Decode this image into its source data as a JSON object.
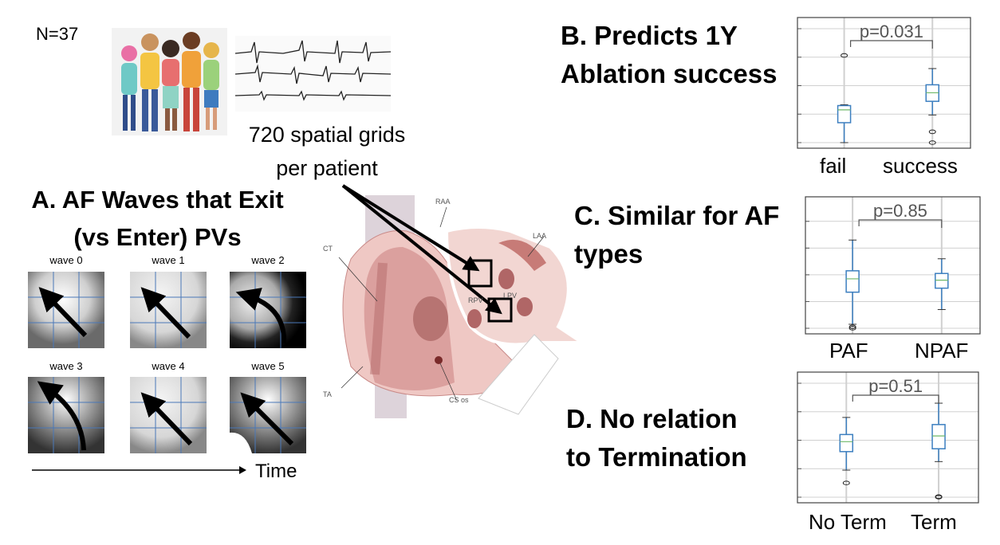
{
  "cohort": {
    "n_label": "N=37",
    "grids_line1": "720 spatial grids",
    "grids_line2": "per patient"
  },
  "panel_a": {
    "title_line1": "A. AF Waves that Exit",
    "title_line2": "(vs Enter) PVs",
    "waves": [
      "wave 0",
      "wave 1",
      "wave 2",
      "wave 3",
      "wave 4",
      "wave 5"
    ],
    "time_label": "Time"
  },
  "heart_labels": {
    "raa": "RAA",
    "laa": "LAA",
    "ct": "CT",
    "rpv": "RPV",
    "lpv": "LPV",
    "ta": "TA",
    "cs": "CS os"
  },
  "panel_b": {
    "title_line1": "B. Predicts 1Y",
    "title_line2": "Ablation success"
  },
  "panel_c": {
    "title_line1": "C. Similar for AF",
    "title_line2": "types"
  },
  "panel_d": {
    "title_line1": "D. No relation",
    "title_line2": "to Termination"
  },
  "colors": {
    "box": "#3c7fc0",
    "median": "#6fb86a",
    "grid": "#d0d0d0"
  },
  "chart_data": [
    {
      "type": "box",
      "id": "b",
      "p_label": "p=0.031",
      "categories": [
        "fail",
        "success"
      ],
      "ylim": [
        0,
        4
      ],
      "boxes": [
        {
          "whislo": 0,
          "q1": 0.7,
          "med": 1.15,
          "q3": 1.3,
          "whishi": 1.33,
          "fliers": [
            3.06
          ]
        },
        {
          "whislo": 0.97,
          "q1": 1.45,
          "med": 1.75,
          "q3": 2.03,
          "whishi": 2.6,
          "fliers": [
            0.38,
            0
          ]
        }
      ]
    },
    {
      "type": "box",
      "id": "c",
      "p_label": "p=0.85",
      "categories": [
        "PAF",
        "NPAF"
      ],
      "ylim": [
        0,
        4.5
      ],
      "boxes": [
        {
          "whislo": 0.15,
          "q1": 1.35,
          "med": 1.85,
          "q3": 2.15,
          "whishi": 3.3,
          "fliers": [
            0.05,
            0
          ]
        },
        {
          "whislo": 0.7,
          "q1": 1.5,
          "med": 1.8,
          "q3": 2.05,
          "whishi": 2.6,
          "fliers": []
        }
      ]
    },
    {
      "type": "box",
      "id": "d",
      "p_label": "p=0.51",
      "categories": [
        "No Term",
        "Term"
      ],
      "ylim": [
        0,
        4
      ],
      "boxes": [
        {
          "whislo": 0.95,
          "q1": 1.6,
          "med": 1.95,
          "q3": 2.2,
          "whishi": 2.8,
          "fliers": [
            0.5
          ]
        },
        {
          "whislo": 1.25,
          "q1": 1.7,
          "med": 2.15,
          "q3": 2.55,
          "whishi": 3.3,
          "fliers": [
            0.02,
            0
          ]
        }
      ]
    }
  ]
}
